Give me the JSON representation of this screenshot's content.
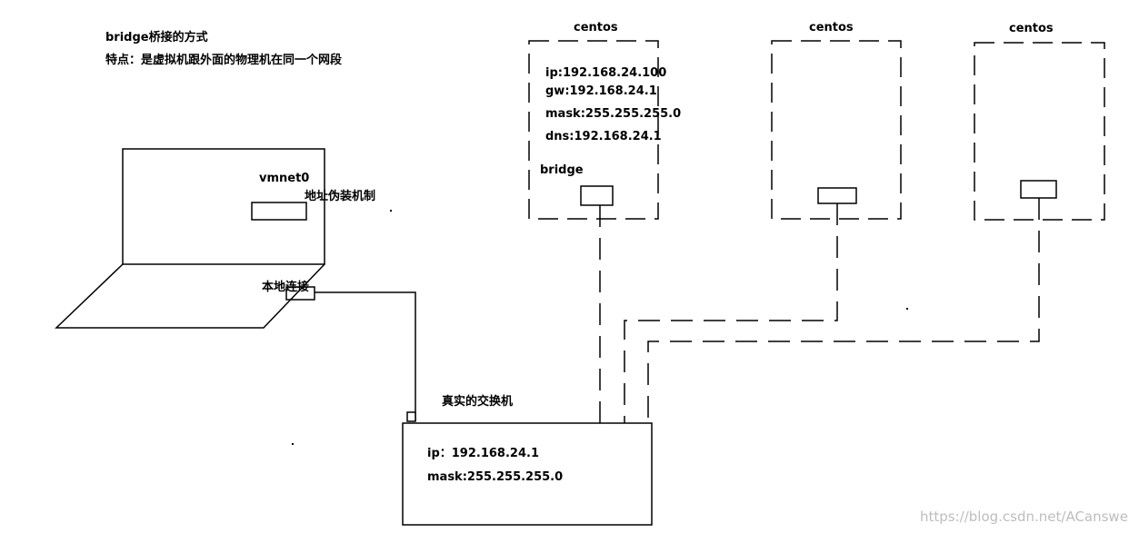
{
  "header": {
    "title": "bridge桥接的方式",
    "feature": "特点：是虚拟机跟外面的物理机在同一个网段"
  },
  "laptop": {
    "vmnet_label": "vmnet0",
    "nat_label": "地址伪装机制",
    "local_conn_label": "本地连接"
  },
  "vms": [
    {
      "name": "centos",
      "ip": "ip:192.168.24.100",
      "gw": "gw:192.168.24.1",
      "mask": "mask:255.255.255.0",
      "dns": "dns:192.168.24.1",
      "iface": "bridge"
    },
    {
      "name": "centos"
    },
    {
      "name": "centos"
    }
  ],
  "switch": {
    "label": "真实的交换机",
    "ip": "ip：192.168.24.1",
    "mask": "mask:255.255.255.0"
  },
  "watermark": "https://blog.csdn.net/ACanswer"
}
